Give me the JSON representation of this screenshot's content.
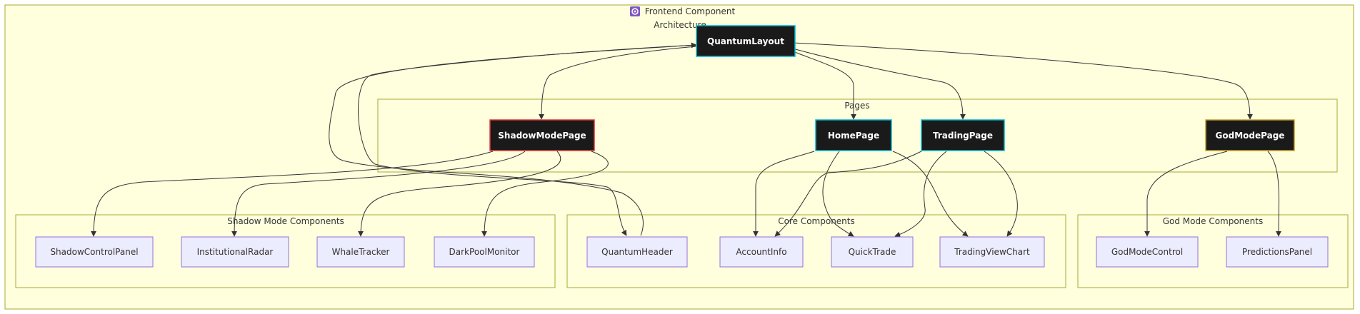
{
  "diagram": {
    "title_icon": "gear-icon",
    "title_line1": "Frontend Component",
    "title_line2": "Architecture",
    "clusters": {
      "pages": "Pages",
      "shadow": "Shadow Mode Components",
      "core": "Core Components",
      "god": "God Mode Components"
    },
    "nodes": {
      "quantum_layout": "QuantumLayout",
      "shadow_mode_page": "ShadowModePage",
      "home_page": "HomePage",
      "trading_page": "TradingPage",
      "god_mode_page": "GodModePage",
      "shadow_control_panel": "ShadowControlPanel",
      "institutional_radar": "InstitutionalRadar",
      "whale_tracker": "WhaleTracker",
      "dark_pool_monitor": "DarkPoolMonitor",
      "quantum_header": "QuantumHeader",
      "account_info": "AccountInfo",
      "quick_trade": "QuickTrade",
      "trading_view_chart": "TradingViewChart",
      "god_mode_control": "GodModeControl",
      "predictions_panel": "PredictionsPanel"
    },
    "colors": {
      "cluster_fill": "#ffffde",
      "cluster_stroke": "#aaaa33",
      "dark_node_fill": "#1a1a1a",
      "cyan_border": "#00bcd4",
      "red_border": "#e53935",
      "gold_border": "#c9a227",
      "light_node_fill": "#ececff",
      "light_node_stroke": "#9370db",
      "edge": "#333333"
    }
  }
}
